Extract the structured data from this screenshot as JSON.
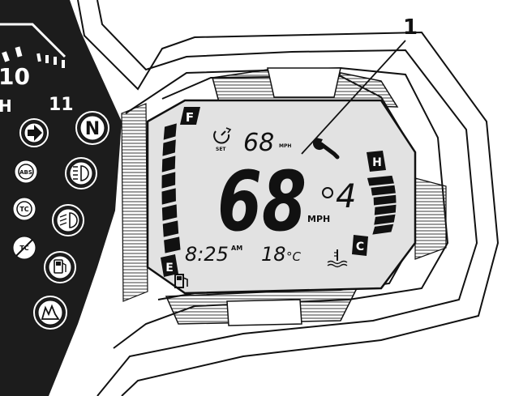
{
  "callout": {
    "number": "1"
  },
  "tachometer": {
    "scale_marks": [
      "10",
      "11"
    ],
    "side_letter": "H"
  },
  "left_indicators": [
    {
      "icon": "turn-signal-icon",
      "label": "",
      "interactable": false
    },
    {
      "icon": "neutral-icon",
      "label": "N",
      "interactable": false
    },
    {
      "icon": "abs-warning-icon",
      "label": "ABS",
      "interactable": false
    },
    {
      "icon": "front-fog-light-icon",
      "label": "",
      "interactable": false
    },
    {
      "icon": "traction-control-icon",
      "label": "TC",
      "interactable": false
    },
    {
      "icon": "low-beam-icon",
      "label": "",
      "interactable": false
    },
    {
      "icon": "traction-control-off-icon",
      "label": "TC",
      "interactable": false
    },
    {
      "icon": "low-fuel-icon",
      "label": "",
      "interactable": false
    },
    {
      "icon": "engine-warning-icon",
      "label": "",
      "interactable": false
    }
  ],
  "lcd": {
    "cruise": {
      "icon": "cruise-control-icon",
      "set_label": "SET",
      "value": "68",
      "unit": "MPH"
    },
    "service_icon": "wrench-icon",
    "speed": {
      "value": "68",
      "unit": "MPH"
    },
    "gear": "4",
    "clock": {
      "time": "8:25",
      "ampm": "AM"
    },
    "ambient": {
      "value": "18",
      "unit": "°C"
    },
    "fuel_gauge": {
      "full_label": "F",
      "empty_label": "E",
      "level_fraction": 1.0,
      "icon": "fuel-pump-icon"
    },
    "temp_gauge": {
      "hot_label": "H",
      "cold_label": "C",
      "level_fraction": 1.0,
      "icon": "coolant-temp-icon"
    }
  },
  "colors": {
    "ink": "#111111",
    "lcd_bg": "#e2e2e2",
    "dial": "#1c1c1c",
    "paper": "#ffffff"
  }
}
